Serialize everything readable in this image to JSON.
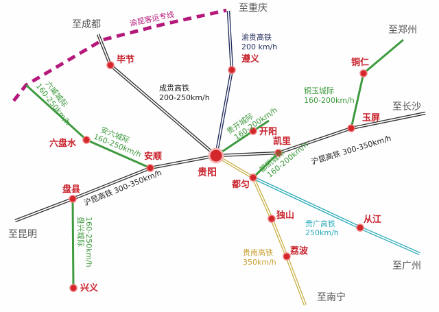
{
  "colors": {
    "station": "#d3272b",
    "hukun": "#333333",
    "green": "#3e9a3e",
    "magenta": "#b5187a",
    "navy": "#1f2a5a",
    "yellow": "#c9b24a",
    "cyan": "#2aa9b8"
  },
  "destinations": {
    "chengdu": "至成都",
    "chongqing": "至重庆",
    "zhengzhou": "至郑州",
    "changsha": "至长沙",
    "kunming": "至昆明",
    "guangzhou": "至广州",
    "nanning": "至南宁"
  },
  "stations": {
    "guiyang": "贵阳",
    "bijie": "毕节",
    "zunyi": "遵义",
    "tongren": "铜仁",
    "yuping": "玉屏",
    "kaiyang": "开阳",
    "kaili": "凯里",
    "liupanshui": "六盘水",
    "anshun": "安顺",
    "panxian": "盘县",
    "xingyi": "兴义",
    "duyun": "都匀",
    "dushan": "独山",
    "libo": "荔波",
    "congjiang": "从江"
  },
  "lines": {
    "yukun": {
      "name": "渝昆客运专线"
    },
    "chenggui": {
      "name": "成贵高铁",
      "speed": "200-250km/h"
    },
    "yugui": {
      "name": "渝贵高铁",
      "speed": "200 km/h"
    },
    "tongyu": {
      "name": "铜玉城际",
      "speed": "160-200km/h"
    },
    "hukun_east": {
      "name": "沪昆高铁",
      "speed": "300-350km/h"
    },
    "hukun_west": {
      "name": "沪昆高铁",
      "speed": "300-350km/h"
    },
    "guikai": {
      "name": "贵开城际",
      "speed": "160-200km/h"
    },
    "dukai": {
      "name": "都凯城际",
      "speed": "160-200km/h"
    },
    "liuwei": {
      "name": "六威城际",
      "speed": "160-250km/h"
    },
    "anliu": {
      "name": "安六城际",
      "speed": "160-250km/h"
    },
    "panxing": {
      "name": "盘兴城际",
      "speed": "160-250km/h"
    },
    "guiguang": {
      "name": "贵广高铁",
      "speed": "250km/h"
    },
    "guinan": {
      "name": "贵南高铁",
      "speed": "350km/h"
    }
  }
}
